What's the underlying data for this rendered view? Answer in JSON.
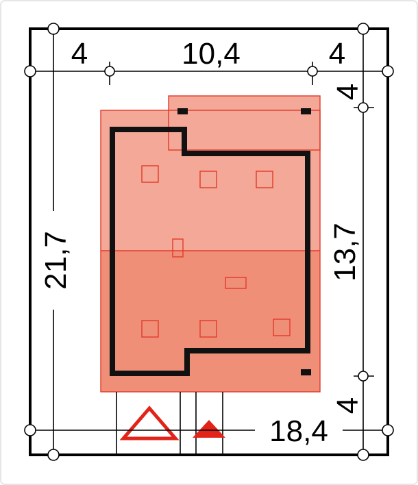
{
  "dimensions": {
    "setback_left": "4",
    "house_width": "10,4",
    "setback_right": "4",
    "setback_top": "4",
    "house_depth": "13,7",
    "setback_bottom": "4",
    "plot_depth": "21,7",
    "plot_width": "18,4"
  },
  "colors": {
    "frame": "#000000",
    "outline_light": "#f3a898",
    "outline_dark": "#ef8f78",
    "roof_line": "#e23a2a",
    "wall": "#111111",
    "entry_marker": "#e2231a",
    "card_border": "#e6e6e6"
  },
  "icons": {
    "pedestrian_entry": "triangle-outline-icon",
    "vehicle_entry": "triangle-filled-icon"
  }
}
